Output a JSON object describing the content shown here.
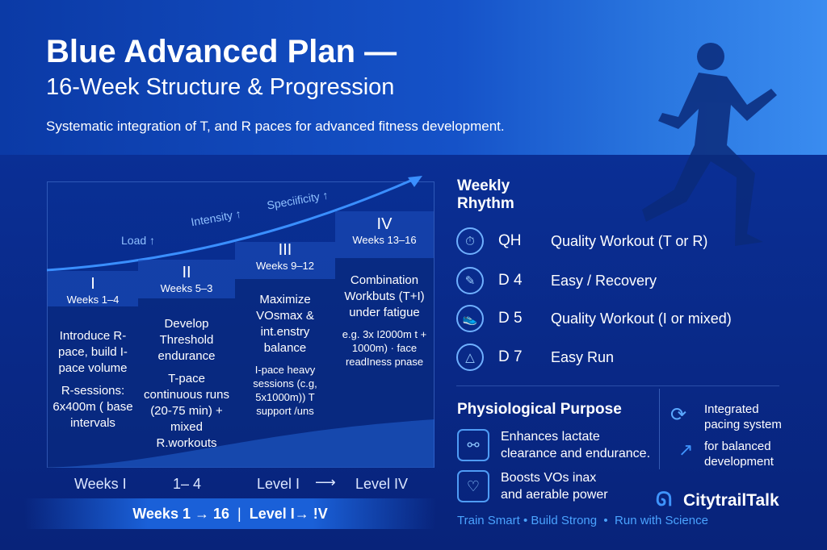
{
  "header": {
    "title": "Blue Advanced Plan —",
    "subtitle": "16-Week Structure & Progression",
    "description": "Systematic integration of T, and R paces for advanced fitness development."
  },
  "arrow_labels": {
    "load": "Load ↑",
    "intensity": "Intensity ↑",
    "specificity": "Speciificity ↑"
  },
  "phases": [
    {
      "numeral": "I",
      "weeks": "Weeks 1–4",
      "focus": "Introduce R-pace, build I-pace volume",
      "detail": "R-sessions: 6x400m ( base intervals"
    },
    {
      "numeral": "II",
      "weeks": "Weeks 5–3",
      "focus": "Develop Threshold endurance",
      "detail": "T-pace continuous runs (20-75 min) + mixed R.workouts"
    },
    {
      "numeral": "III",
      "weeks": "Weeks 9–12",
      "focus": "Maximize VOsmax & int.enstry balance",
      "detail": "I-pace heavy sessions (c.g, 5x1000m)) T support /uns"
    },
    {
      "numeral": "IV",
      "weeks": "Weeks 13–16",
      "focus": "Combination Workbuts (T+I) under fatigue",
      "detail": "e.g. 3x I2000m t + 1000m) · face readIness pnase"
    }
  ],
  "bottom_labels": [
    "Weeks I",
    "1– 4",
    "Level I",
    "⟶",
    "Level IV"
  ],
  "summary_bar": {
    "weeks": "Weeks 1 → 16",
    "sep": "|",
    "level": "Level I→ !V"
  },
  "weekly_rhythm": {
    "title": "Weekly Rhythm",
    "items": [
      {
        "icon": "stopwatch-icon",
        "glyph": "⏱",
        "code": "QH",
        "desc": "Quality Workout (T or R)"
      },
      {
        "icon": "pencil-icon",
        "glyph": "✎",
        "code": "D 4",
        "desc": "Easy / Recovery"
      },
      {
        "icon": "shoe-icon",
        "glyph": "👟",
        "code": "D 5",
        "desc": "Quality Workout (I or mixed)"
      },
      {
        "icon": "triangle-icon",
        "glyph": "△",
        "code": "D 7",
        "desc": "Easy Run"
      }
    ]
  },
  "physiological": {
    "title": "Physiological Purpose",
    "items": [
      {
        "icon": "network-icon",
        "glyph": "⚯",
        "text1": "Enhances lactate",
        "text2": "clearance and endurance."
      },
      {
        "icon": "heart-icon",
        "glyph": "♡",
        "text1": "Boosts VOs inax",
        "text2": "and aerable power"
      }
    ]
  },
  "integrated": {
    "line1": "Integrated",
    "line2": "pacing system",
    "line3": "for balanced",
    "line4": "development"
  },
  "brand": {
    "name": "CitytrailTalk",
    "tagline": "Train Smart • Build Strong  •  Run with Science"
  }
}
